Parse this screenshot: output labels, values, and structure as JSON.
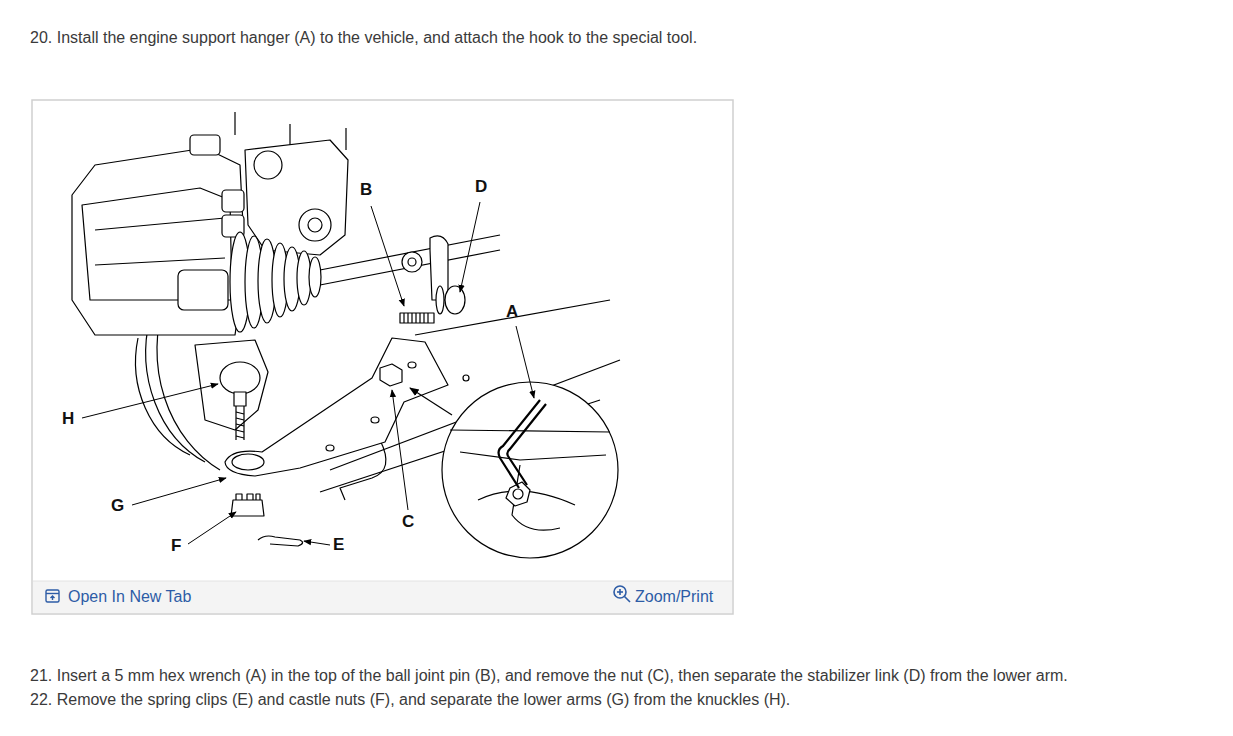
{
  "diagram": {
    "labels": [
      "20. Install the engine support hanger (A) to the vehicle, and attach the hook to the special tool.",
      "B",
      "D",
      "A",
      "H",
      "G",
      "C",
      "F",
      "E",
      "Open In New Tab",
      "Zoom/Print",
      "21. Insert a 5 mm hex wrench (A) in the top of the ball joint pin (B), and remove the nut (C), then separate the stabilizer link (D) from the lower arm.",
      "22. Remove the spring clips (E) and castle nuts (F), and separate the lower arms (G) from the knuckles (H)."
    ]
  }
}
